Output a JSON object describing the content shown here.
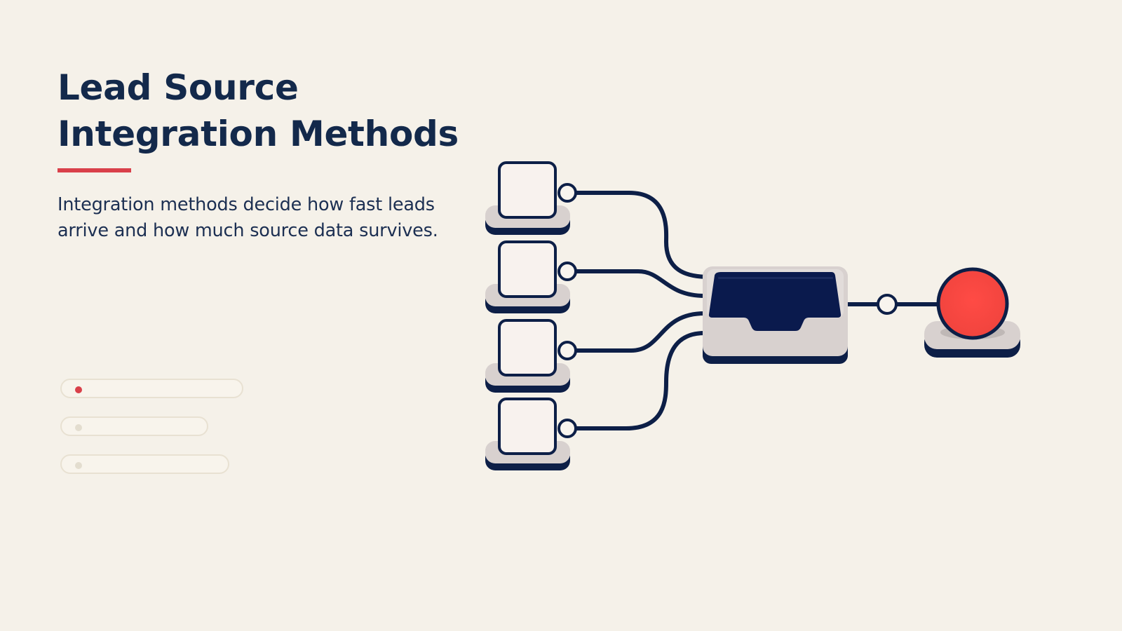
{
  "slide": {
    "title_lines": [
      "Lead Source",
      "Integration Methods"
    ],
    "subtitle": "Integration methods decide how fast leads arrive and how much source data survives.",
    "accent_color": "#d9404a",
    "text_color": "#13294b",
    "background": "#f5f1e9"
  },
  "pills": [
    {
      "state": "active"
    },
    {
      "state": "inactive"
    },
    {
      "state": "inactive"
    }
  ],
  "diagram": {
    "sources": [
      {
        "icon": "source-box-icon"
      },
      {
        "icon": "source-box-icon"
      },
      {
        "icon": "source-box-icon"
      },
      {
        "icon": "source-box-icon"
      }
    ],
    "hub": {
      "icon": "inbox-tray-icon"
    },
    "destination": {
      "icon": "red-ball-icon",
      "color": "#f2463f"
    },
    "line_color": "#0d1f47"
  }
}
